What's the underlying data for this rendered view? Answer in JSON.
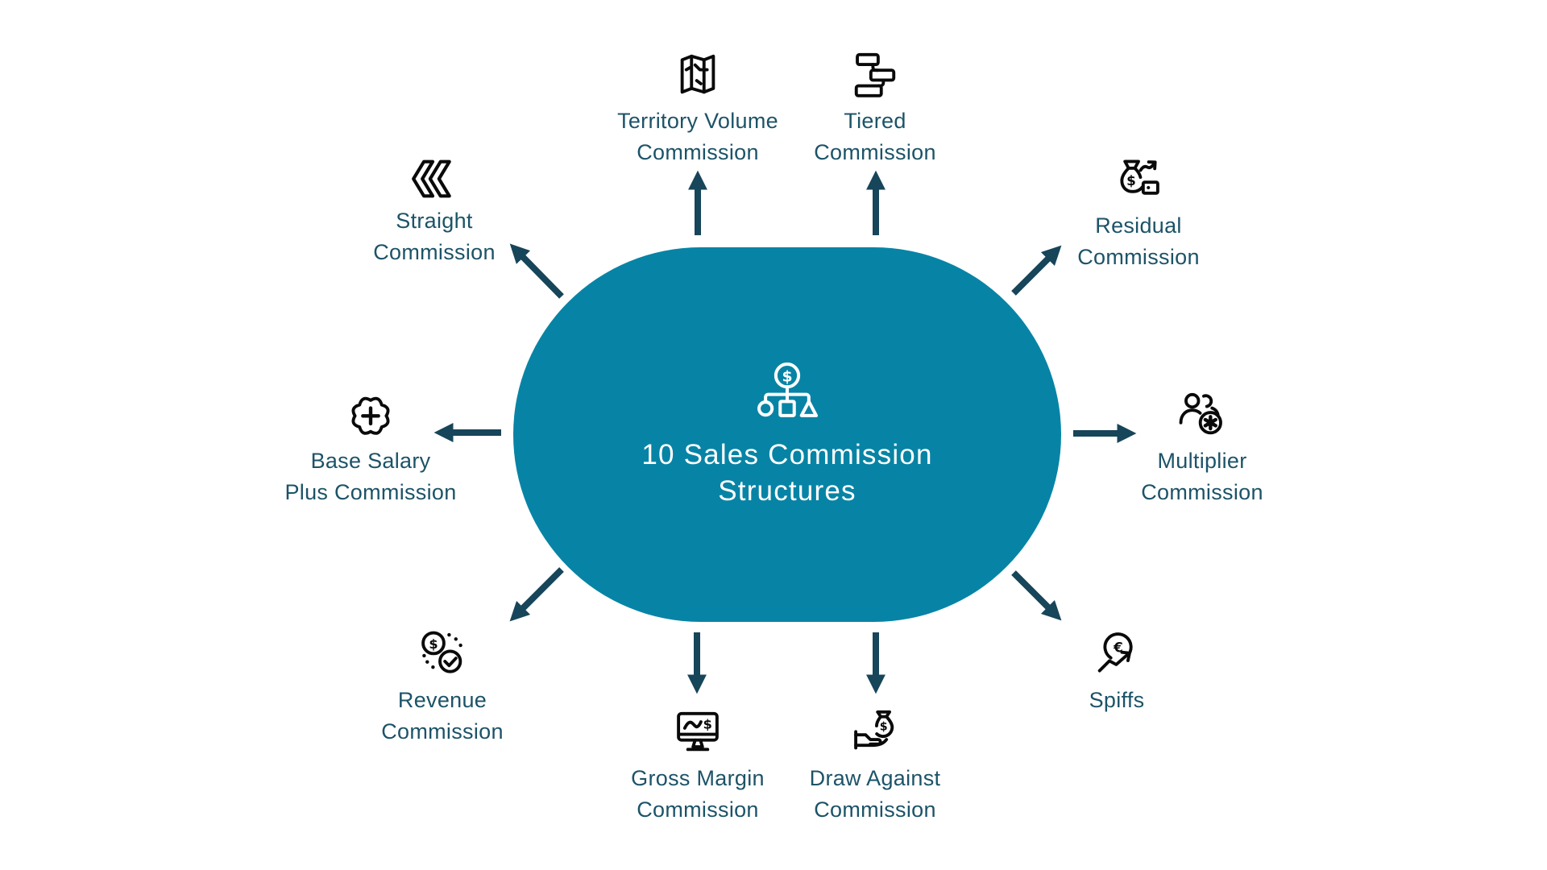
{
  "title": "10 Sales Commission Structures",
  "center": {
    "line1": "10 Sales Commission",
    "line2": "Structures",
    "icon": "dollar-hierarchy-icon"
  },
  "colors": {
    "bg": "#FFFFFF",
    "pill": "#0784A5",
    "arrow": "#17455A",
    "label": "#1C5368",
    "icon": "#0A0A0A",
    "center-text": "#FFFFFF"
  },
  "nodes": [
    {
      "id": "territory-volume",
      "line1": "Territory Volume",
      "line2": "Commission",
      "icon": "map-icon",
      "direction": "up"
    },
    {
      "id": "tiered",
      "line1": "Tiered",
      "line2": "Commission",
      "icon": "tiered-blocks-icon",
      "direction": "up"
    },
    {
      "id": "residual",
      "line1": "Residual",
      "line2": "Commission",
      "icon": "money-bag-growth-icon",
      "direction": "up-right"
    },
    {
      "id": "multiplier",
      "line1": "Multiplier",
      "line2": "Commission",
      "icon": "people-asterisk-icon",
      "direction": "right"
    },
    {
      "id": "spiffs",
      "line1": "Spiffs",
      "line2": "",
      "icon": "euro-coin-arrow-icon",
      "direction": "down-right"
    },
    {
      "id": "draw-against",
      "line1": "Draw Against",
      "line2": "Commission",
      "icon": "hand-money-bag-icon",
      "direction": "down"
    },
    {
      "id": "gross-margin",
      "line1": "Gross Margin",
      "line2": "Commission",
      "icon": "monitor-chart-icon",
      "direction": "down"
    },
    {
      "id": "revenue",
      "line1": "Revenue",
      "line2": "Commission",
      "icon": "dollar-check-icon",
      "direction": "down-left"
    },
    {
      "id": "base-salary",
      "line1": "Base Salary",
      "line2": "Plus Commission",
      "icon": "badge-plus-icon",
      "direction": "left"
    },
    {
      "id": "straight",
      "line1": "Straight",
      "line2": "Commission",
      "icon": "double-chevron-left-icon",
      "direction": "up-left"
    }
  ]
}
